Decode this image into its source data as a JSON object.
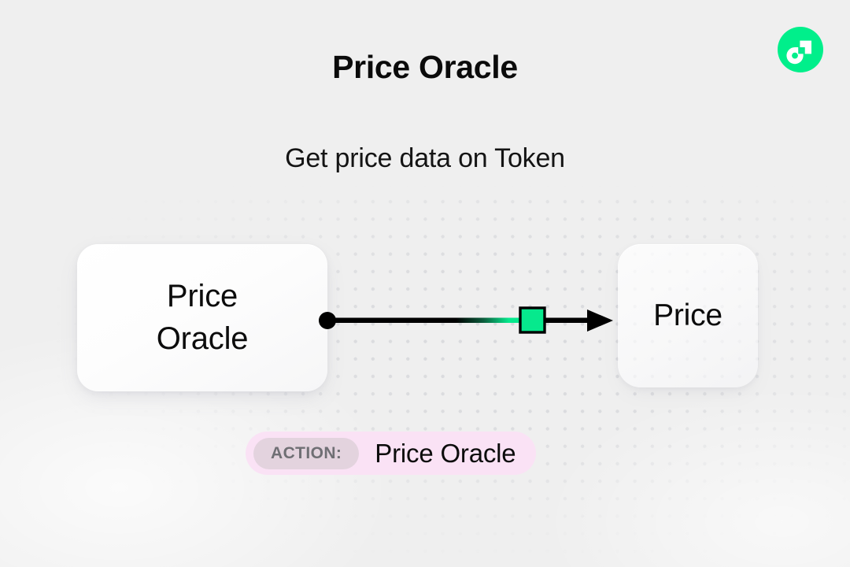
{
  "header": {
    "title": "Price Oracle",
    "subtitle": "Get price data on Token",
    "logo_name": "flow-logo",
    "logo_color": "#00ef8b",
    "logo_mark_color": "#ffffff"
  },
  "diagram": {
    "source_node": {
      "label_line1": "Price",
      "label_line2": "Oracle",
      "label": "Price Oracle"
    },
    "target_node": {
      "label": "Price"
    },
    "connector": {
      "start_dot_color": "#000000",
      "line_color": "#000000",
      "midpoint_node_color": "#06e98d",
      "midpoint_node_border": "#000000",
      "arrow_color": "#000000"
    }
  },
  "action_badge": {
    "chip_label": "ACTION:",
    "value": "Price Oracle",
    "background_color": "#fae2f5",
    "chip_background_color": "#e3d3de",
    "chip_text_color": "#6f6f74"
  },
  "theme": {
    "page_background": "#efefef",
    "dot_color": "#d9dadd",
    "text_color": "#0c0c0c"
  }
}
